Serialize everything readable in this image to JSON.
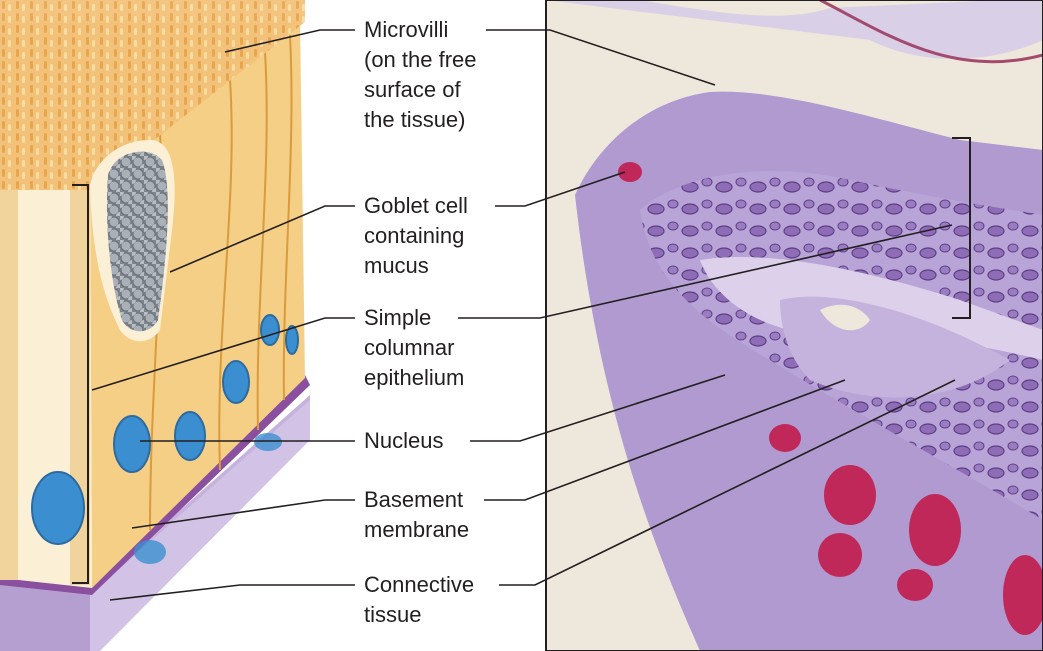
{
  "labels": {
    "microvilli": "Microvilli\n(on the free\nsurface of\nthe tissue)",
    "goblet": "Goblet cell\ncontaining\nmucus",
    "simple": "Simple\ncolumnar\nepithelium",
    "nucleus": "Nucleus",
    "basement": "Basement\nmembrane",
    "connective": "Connective\ntissue"
  },
  "colors": {
    "cell_fill": "#f6cf86",
    "cell_front": "#fbf0d6",
    "microvilli": "#f0b45a",
    "nucleus": "#3b8fd0",
    "basement": "#8a4f9e",
    "connective": "#c6b3dd",
    "goblet_granule": "#9aa0a8",
    "micrograph_bg": "#eee7dc",
    "tissue_purple": "#b09ad0",
    "tissue_pink": "#c0285a",
    "leader_line": "#231f20"
  }
}
